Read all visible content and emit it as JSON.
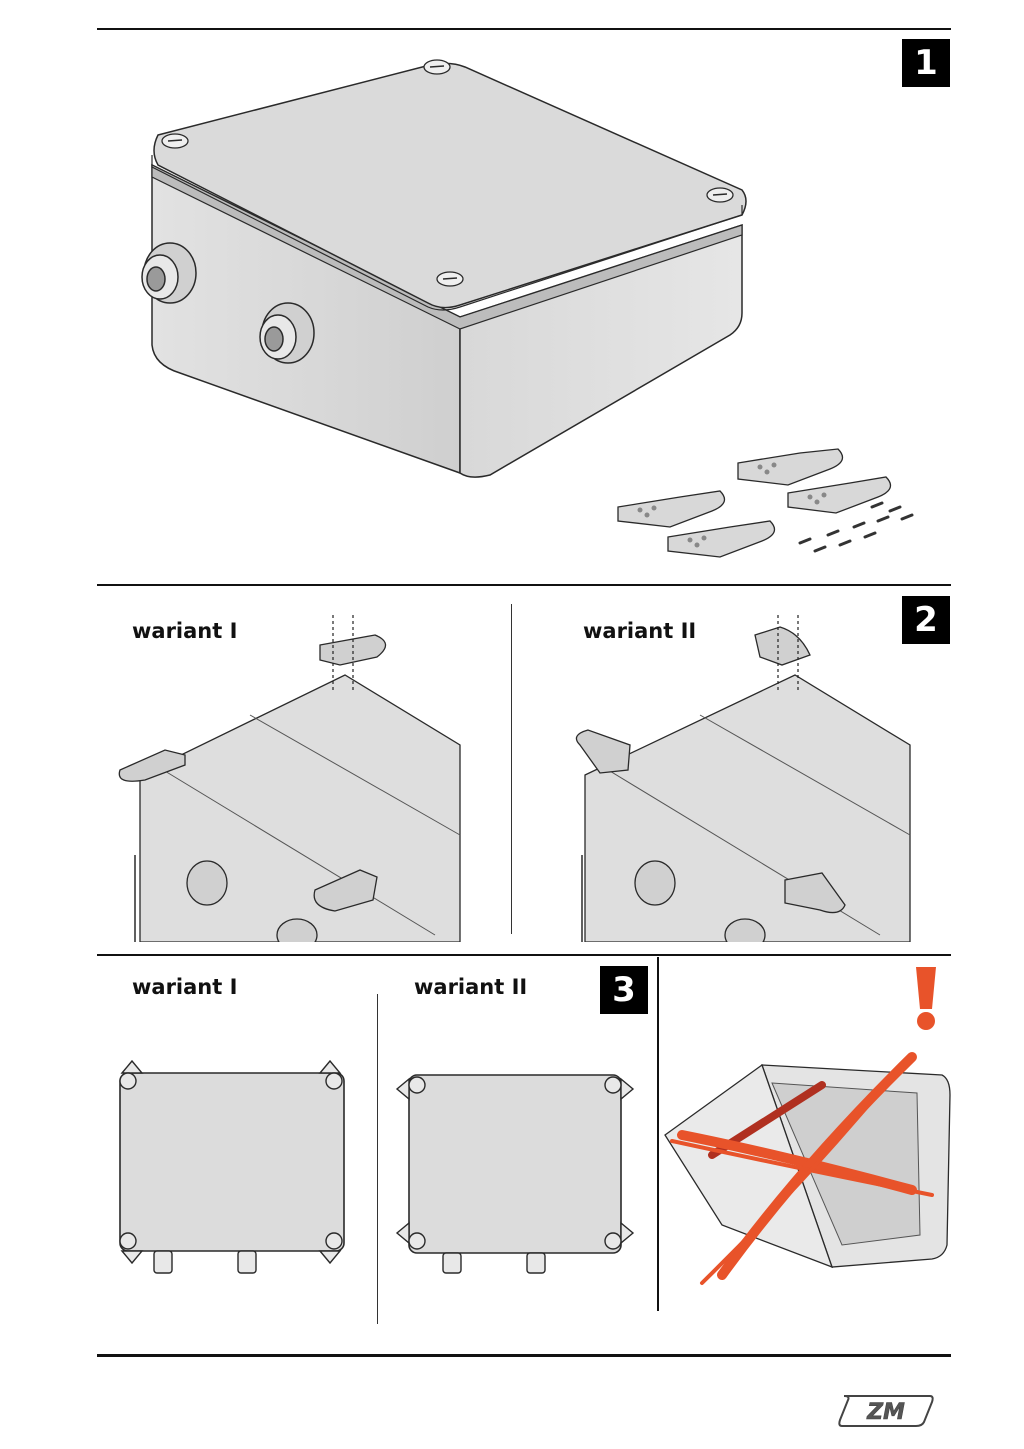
{
  "steps": [
    {
      "number": "1"
    },
    {
      "number": "2",
      "variants": [
        "wariant I",
        "wariant II"
      ]
    },
    {
      "number": "3",
      "variants": [
        "wariant I",
        "wariant II"
      ]
    }
  ],
  "warning": {
    "symbol": "!",
    "color": "#e8532a"
  },
  "colors": {
    "box_fill": "#dcdcdc",
    "box_shade": "#c6c6c6",
    "outline": "#2a2a2a",
    "badge": "#000000",
    "cross": "#e8532a"
  },
  "logo_text": "ZM"
}
